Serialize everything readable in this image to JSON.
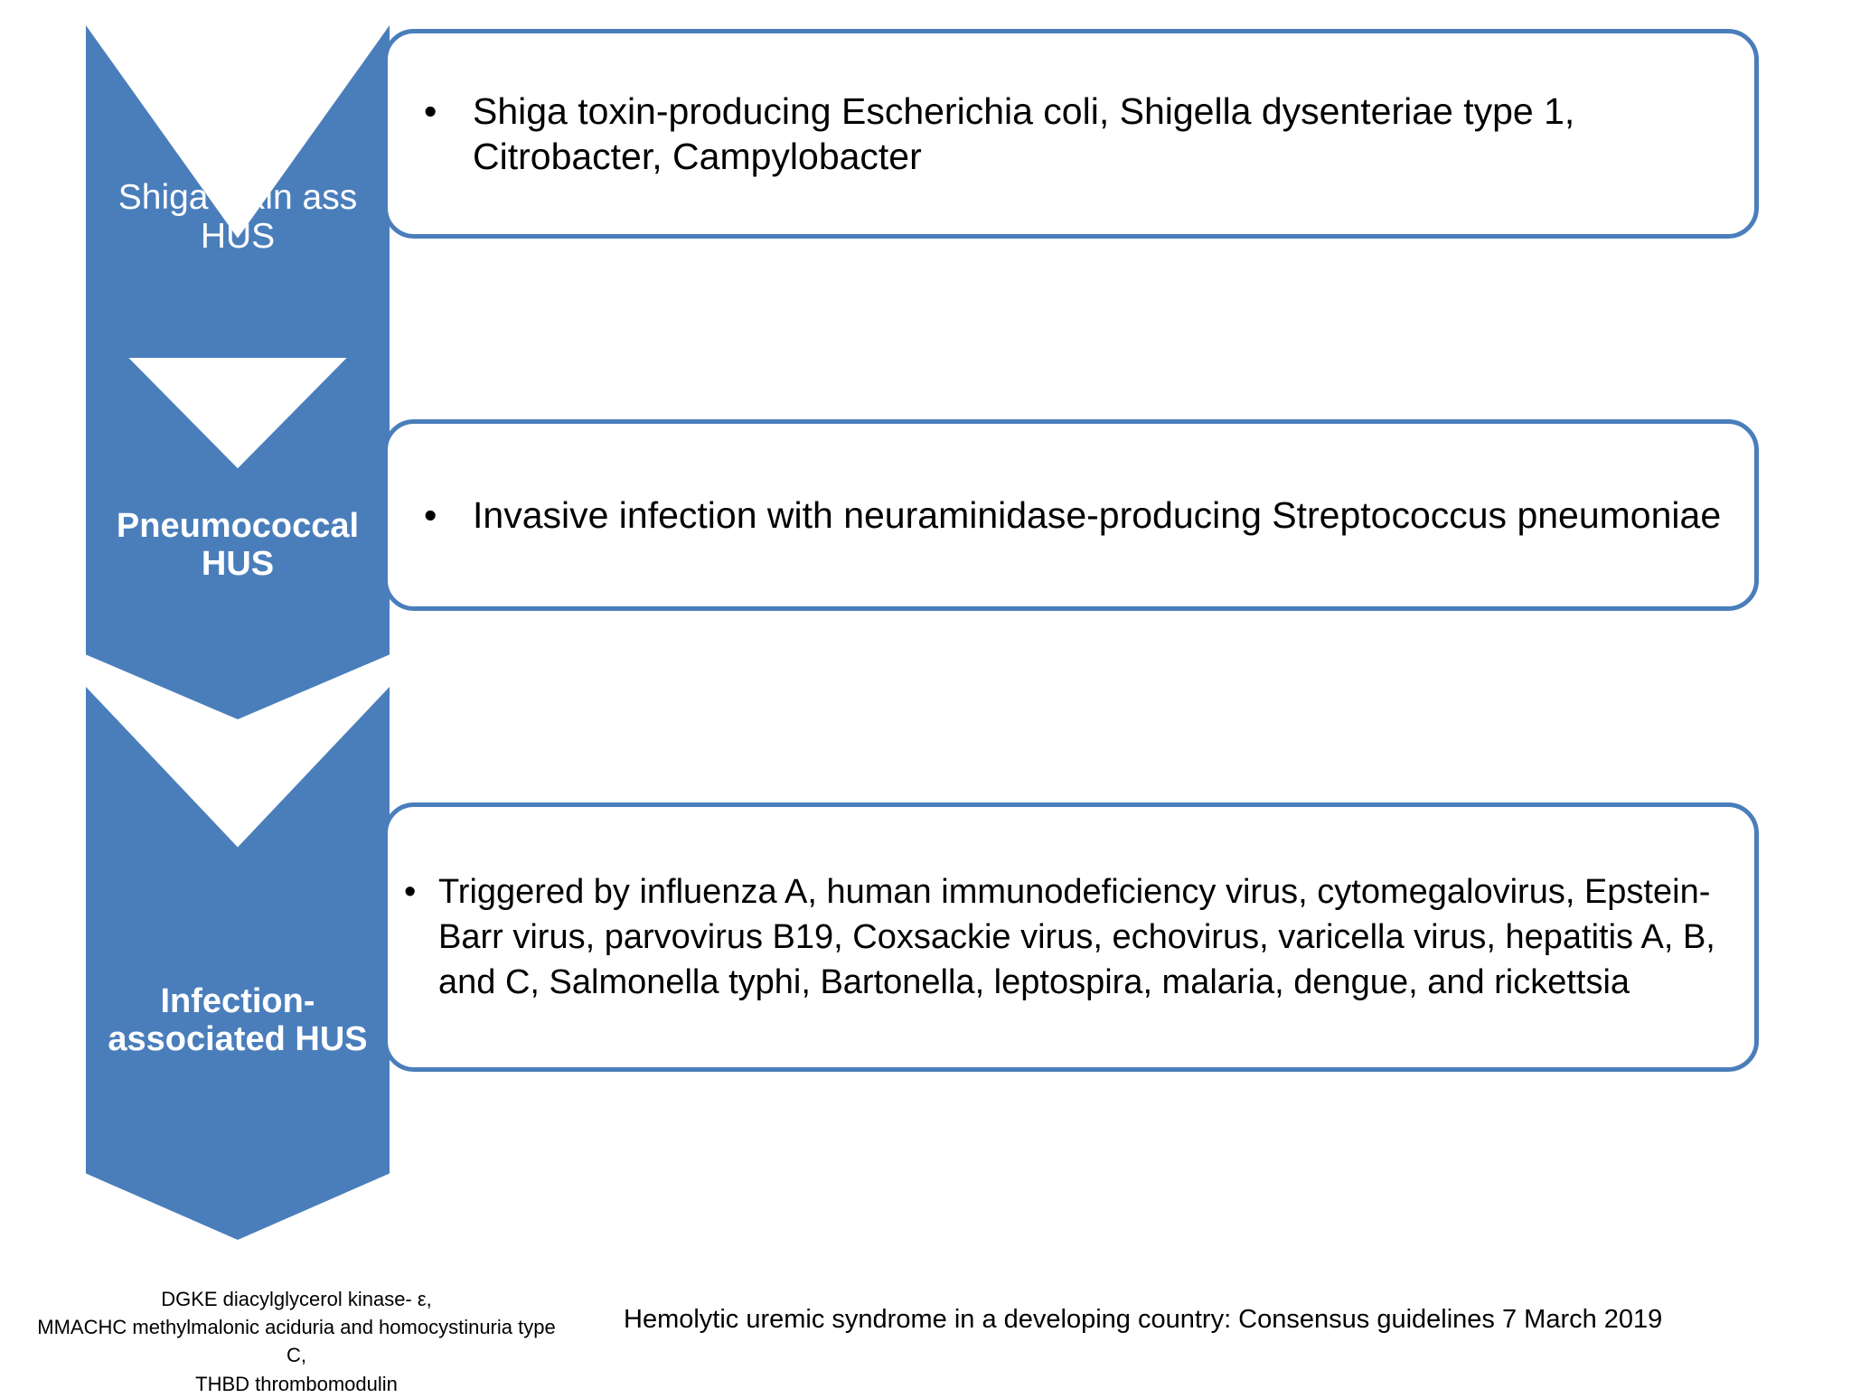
{
  "slide": {
    "background_color": "#ffffff",
    "accent_color": "#4a7ebb",
    "text_color": "#000000"
  },
  "rows": [
    {
      "chevron_label_line1": "Shiga toxin ass",
      "chevron_label_line2": "HUS",
      "bullets": [
        "Shiga toxin-producing Escherichia coli, Shigella dysenteriae type 1, Citrobacter, Campylobacter"
      ]
    },
    {
      "chevron_label_line1": "Pneumococcal",
      "chevron_label_line2": "HUS",
      "bullets": [
        "Invasive infection with neuraminidase-producing Streptococcus pneumoniae"
      ]
    },
    {
      "chevron_label_line1": "Infection-",
      "chevron_label_line2": "associated HUS",
      "bullets": [
        "Triggered by influenza A, human immunodeficiency virus, cytomegalovirus, Epstein-Barr virus, parvovirus B19, Coxsackie virus, echovirus, varicella virus, hepatitis A, B, and C, Salmonella typhi, Bartonella, leptospira, malaria, dengue, and rickettsia"
      ]
    }
  ],
  "footer": {
    "abbreviations_line1": "DGKE diacylglycerol kinase- ε,",
    "abbreviations_line2": "MMACHC methylmalonic aciduria and homocystinuria type",
    "abbreviations_line3": "C,",
    "abbreviations_line4": "THBD  thrombomodulin",
    "citation": "Hemolytic uremic syndrome in a developing country: Consensus guidelines 7 March 2019"
  },
  "bullet_glyph": "•"
}
